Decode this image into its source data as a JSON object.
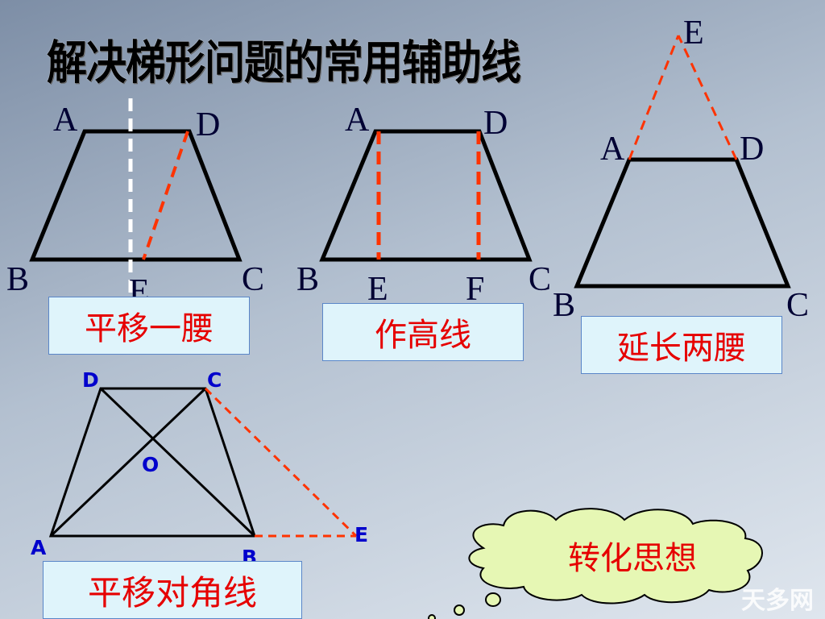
{
  "title": "解决梯形问题的常用辅助线",
  "diagram1": {
    "labels": {
      "a": "A",
      "d": "D",
      "b": "B",
      "c": "C",
      "e": "E"
    },
    "caption": "平移一腰"
  },
  "diagram2": {
    "labels": {
      "a": "A",
      "d": "D",
      "b": "B",
      "c": "C",
      "e": "E",
      "f": "F"
    },
    "caption": "作高线"
  },
  "diagram3": {
    "labels": {
      "e": "E",
      "a": "A",
      "d": "D",
      "b": "B",
      "c": "C"
    },
    "caption": "延长两腰"
  },
  "diagram4": {
    "labels": {
      "d": "D",
      "c": "C",
      "o": "O",
      "e": "E",
      "a": "A",
      "b": "B"
    },
    "caption": "平移对角线"
  },
  "cloud": {
    "text": "转化思想"
  },
  "watermark": "天多网",
  "colors": {
    "solid": "#000000",
    "auxiliary_red": "#ff3300",
    "auxiliary_white": "#ffffff",
    "caption_text": "#e60000",
    "caption_bg": "#dff4fb",
    "blue_label": "#0000cc"
  }
}
